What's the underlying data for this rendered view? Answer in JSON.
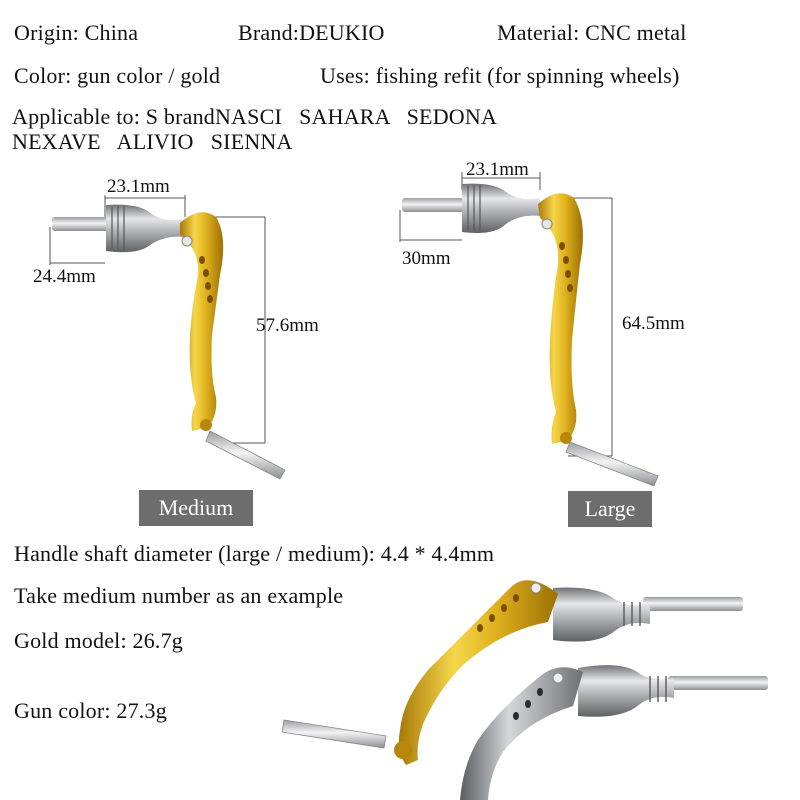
{
  "specs": {
    "origin": "Origin: China",
    "brand": "Brand:DEUKIO",
    "material": "Material: CNC metal",
    "color": "Color: gun color / gold",
    "uses": "Uses: fishing refit (for spinning wheels)",
    "applicable_line1": "Applicable to: S brandNASCI   SAHARA   SEDONA",
    "applicable_line2": "NEXAVE   ALIVIO   SIENNA"
  },
  "medium_handle": {
    "dim_knob_width": "23.1mm",
    "dim_shaft": "24.4mm",
    "dim_arm_height": "57.6mm",
    "label": "Medium"
  },
  "large_handle": {
    "dim_knob_width": "23.1mm",
    "dim_shaft": "30mm",
    "dim_arm_height": "64.5mm",
    "label": "Large"
  },
  "details": {
    "shaft_diameter": "Handle shaft diameter (large / medium): 4.4 * 4.4mm",
    "example_note": "Take medium number as an example",
    "gold_weight": "Gold model: 26.7g",
    "gun_weight": "Gun color: 27.3g"
  },
  "colors": {
    "gold": "#e0b21e",
    "gun_silver": "#a9abae",
    "badge_bg": "#6d6d6d"
  }
}
